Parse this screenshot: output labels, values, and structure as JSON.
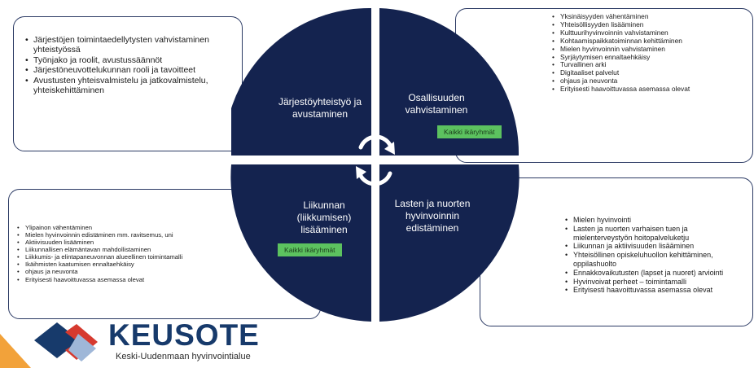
{
  "colors": {
    "quadrant": "#14234f",
    "tag": "#5cc25f",
    "box_border": "#2b3a64",
    "logo_blue": "#173a6b",
    "logo_red": "#d63a2f",
    "logo_orange": "#f2a23a"
  },
  "quadrants": {
    "top_left": {
      "label": "Järjestöyhteistyö ja avustaminen",
      "items": [
        "Järjestöjen toimintaedellytysten vahvistaminen yhteistyössä",
        "Työnjako ja roolit, avustussäännöt",
        "Järjestöneuvottelukunnan rooli ja tavoitteet",
        "Avustusten yhteisvalmistelu ja jatkovalmistelu, yhteiskehittäminen"
      ]
    },
    "top_right": {
      "label": "Osallisuuden vahvistaminen",
      "tag": "Kaikki ikäryhmät",
      "items": [
        "Yksinäisyyden vähentäminen",
        "Yhteisöllisyyden lisääminen",
        "Kulttuurihyvinvoinnin vahvistaminen",
        "Kohtaamispaikkatoiminnan kehittäminen",
        "Mielen hyvinvoinnin vahvistaminen",
        "Syrjäytymisen ennaltaehkäisy",
        "Turvallinen arki",
        "Digitaaliset palvelut",
        "ohjaus ja neuvonta",
        "Erityisesti haavoittuvassa asemassa olevat"
      ]
    },
    "bottom_left": {
      "label": "Liikunnan (liikkumisen) lisääminen",
      "tag": "Kaikki ikäryhmät",
      "items": [
        "Ylipainon vähentäminen",
        "Mielen hyvinvoinnin edistäminen mm. ravitsemus, uni",
        "Aktiivisuuden lisääminen",
        "Liikunnallisen elämäntavan mahdollistaminen",
        "Liikkumis- ja elintapaneuvonnan alueellinen toimintamalli",
        "Ikäihmisten kaatumisen ennaltaehkäisy",
        "ohjaus ja neuvonta",
        "Erityisesti haavoittuvassa asemassa olevat"
      ]
    },
    "bottom_right": {
      "label": "Lasten ja nuorten hyvinvoinnin edistäminen",
      "items": [
        "Mielen hyvinvointi",
        "Lasten ja nuorten varhaisen tuen ja mielenterveystyön hoitopalveluketju",
        "Liikunnan ja aktiivisuuden lisääminen",
        "Yhteisöllinen opiskeluhuollon kehittäminen, oppilashuolto",
        "Ennakkovaikutusten (lapset ja nuoret) arviointi",
        "Hyvinvoivat perheet – toimintamalli",
        "Erityisesti haavoittuvassa asemassa olevat"
      ]
    }
  },
  "logo": {
    "name": "KEUSOTE",
    "subtitle": "Keski-Uudenmaan hyvinvointialue"
  }
}
